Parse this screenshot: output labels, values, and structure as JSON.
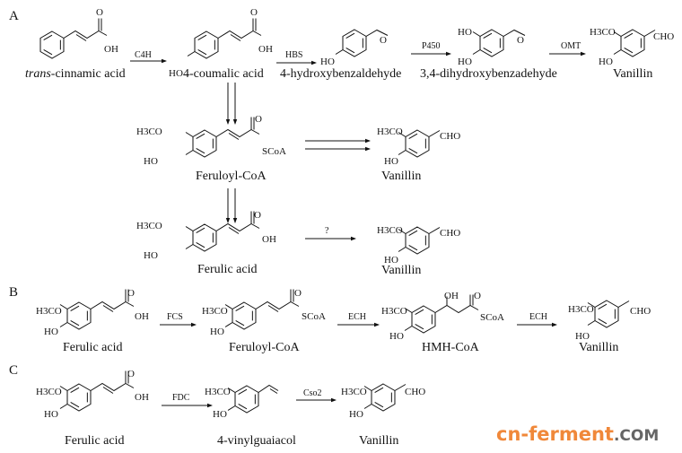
{
  "sections": {
    "a": "A",
    "b": "B",
    "c": "C"
  },
  "a": {
    "cinnamic": {
      "name_italic": "trans",
      "name_rest": "-cinnamic acid",
      "oh": "OH",
      "o": "O"
    },
    "c4h": "C4H",
    "coumalic": {
      "name": "4-coumalic acid",
      "ho": "HO",
      "oh": "OH",
      "o": "O"
    },
    "hbs": "HBS",
    "hba": {
      "name": "4-hydroxybenzaldehyde",
      "ho": "HO",
      "o": "O"
    },
    "p450": "P450",
    "dhba": {
      "name": "3,4-dihydroxybenzadehyde",
      "ho1": "HO",
      "ho2": "HO",
      "o": "O"
    },
    "omt": "OMT",
    "van1": {
      "name": "Vanillin",
      "h3co": "H3CO",
      "cho": "CHO",
      "ho": "HO"
    },
    "feruloyl": {
      "name": "Feruloyl-CoA",
      "h3co": "H3CO",
      "ho": "HO",
      "o": "O",
      "scoa": "SCoA"
    },
    "van2": {
      "name": "Vanillin",
      "h3co": "H3CO",
      "cho": "CHO",
      "ho": "HO"
    },
    "ferulic": {
      "name": "Ferulic acid",
      "h3co": "H3CO",
      "ho": "HO",
      "o": "O",
      "oh": "OH"
    },
    "unknown": "?",
    "van3": {
      "name": "Vanillin",
      "h3co": "H3CO",
      "cho": "CHO",
      "ho": "HO"
    }
  },
  "b": {
    "ferulic": {
      "name": "Ferulic acid",
      "h3co": "H3CO",
      "ho": "HO",
      "o": "O",
      "oh": "OH"
    },
    "fcs": "FCS",
    "feruloyl": {
      "name": "Feruloyl-CoA",
      "h3co": "H3CO",
      "ho": "HO",
      "o": "O",
      "scoa": "SCoA"
    },
    "ech1": "ECH",
    "hmh": {
      "name": "HMH-CoA",
      "h3co": "H3CO",
      "ho": "HO",
      "oh": "OH",
      "o": "O",
      "scoa": "SCoA"
    },
    "ech2": "ECH",
    "van": {
      "name": "Vanillin",
      "h3co": "H3CO",
      "cho": "CHO",
      "ho": "HO"
    }
  },
  "c": {
    "ferulic": {
      "name": "Ferulic acid",
      "h3co": "H3CO",
      "ho": "HO",
      "o": "O",
      "oh": "OH"
    },
    "fdc": "FDC",
    "vinyl": {
      "name": "4-vinylguaiacol",
      "h3co": "H3CO",
      "ho": "HO"
    },
    "cso2": "Cso2",
    "van": {
      "name": "Vanillin",
      "h3co": "H3CO",
      "cho": "CHO",
      "ho": "HO"
    }
  },
  "watermark": {
    "main": "cn-ferment",
    "suffix": ".COM"
  },
  "colors": {
    "watermark_orange": "#f0883a",
    "watermark_gray": "#666666"
  }
}
